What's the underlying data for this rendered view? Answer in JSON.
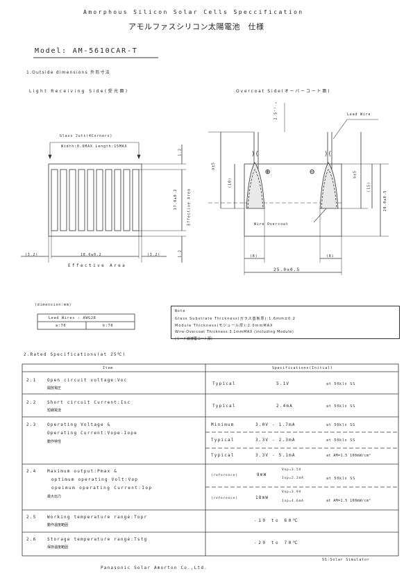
{
  "header": {
    "title_en": "Amorphous Silicon Solar Cells Speccification",
    "title_jp": "アモルファスシリコン太陽電池　仕様",
    "model": "Model: AM-5610CAR-T"
  },
  "section1": {
    "heading": "1.Outside dimensions 外形寸法",
    "light_side": "Light Receiving Side(受光面)",
    "overcoat_side": "Overcoat Side(オーバーコート面)",
    "glass_juts": "Glass Juts(4Corners)",
    "glass_juts_dims": "Width:0.6MAX Length:15MAX",
    "dim_12_top": "1.2",
    "dim_12_bottom": "1.2",
    "dim_17": "17.0±0.2",
    "effective_area_v": "Effective Area",
    "dim_32_left": "(3.2)",
    "dim_186": "18.6±0.2",
    "dim_32_right": "(3.2)",
    "effective_area_h": "Effective Area",
    "dim_25_top": "2.5⁺¹₋₀",
    "lead_wire": "Lead Wire",
    "a_label": "a±5",
    "b_label": "b±5",
    "dim_10": "(10)",
    "dim_15": "(15)",
    "dim_20": "20.0±0.5",
    "wire_overcoat": "Wire Overcoat",
    "dim_8_left": "(8)",
    "dim_8_right": "(8)",
    "dim_25": "25.0±0.5",
    "plus": "⊕",
    "minus": "⊖",
    "dimension_unit": "(dimension:mm)"
  },
  "lead_table": {
    "header": "Lead Wires : AWG28",
    "a": "a:70",
    "b": "b:70"
  },
  "note": {
    "title": "Note",
    "line1": "Glass Substrate Thickness(ガラス基板厚):1.6mm±0.2",
    "line2": "Module Thickness(モジュール厚):2.0mmMAX",
    "line3": "Wire-Overcoat Thickness:3.1mmMAX (including Module)",
    "line4": "(リード線被覆コート厚)"
  },
  "section2": {
    "heading": "2.Rated Specifications(at 25℃)",
    "col_item": "Item",
    "col_spec": "Specifications(Initial)",
    "rows": [
      {
        "num": "2.1",
        "item": "Open circuit voltage:Voc",
        "jp": "開放電圧",
        "sub": [
          {
            "kind": "Typical",
            "value": "5.1V",
            "cond": "at 50klx SS"
          }
        ]
      },
      {
        "num": "2.2",
        "item": "Short circuit Current:Isc",
        "jp": "短絡電流",
        "sub": [
          {
            "kind": "Typical",
            "value": "2.4mA",
            "cond": "at 50klx SS"
          }
        ]
      },
      {
        "num": "2.3",
        "item": "Operating Voltage &",
        "item2": "Operating Current:Vope-Iope",
        "jp": "動作特性",
        "sub": [
          {
            "kind": "Minimum",
            "value": "3.0V - 1.7mA",
            "cond": "at 50klx SS"
          },
          {
            "kind": "Typical",
            "value": "3.3V - 2.3mA",
            "cond": "at 50klx SS"
          },
          {
            "kind": "Typical",
            "value": "3.3V - 5.1mA",
            "cond": "at AM=1.5 100mW/cm²"
          }
        ]
      },
      {
        "num": "2.4",
        "item": "Maximum output:Pmax &",
        "item2": "optimum operating Volt:Vop",
        "item3": "opeimum operating Current:Iop",
        "jp": "最大出力",
        "sub": [
          {
            "kind": "(reference)",
            "value": "8mW",
            "vop": "Vop=3.5V",
            "iop": "Iop=2.2mA",
            "cond": "at 50klx SS"
          },
          {
            "kind": "(reference)",
            "value": "18mW",
            "vop": "Vop=3.9V",
            "iop": "Iop=4.6mA",
            "cond": "at AM=1.5 100mW/cm²"
          }
        ]
      },
      {
        "num": "2.5",
        "item": "Working temperature range:Topr",
        "jp": "動作温度範囲",
        "sub": [
          {
            "kind": "",
            "value": "-10 to 60℃",
            "cond": ""
          }
        ]
      },
      {
        "num": "2.6",
        "item": "Storage temperature range:Tstg",
        "jp": "保存温度範囲",
        "sub": [
          {
            "kind": "",
            "value": "-20 to 70℃",
            "cond": ""
          }
        ]
      }
    ],
    "footnote": "SS:Solar Simulator"
  },
  "footer": {
    "company": "Panasonic Solar Amorton Co.,Ltd."
  }
}
